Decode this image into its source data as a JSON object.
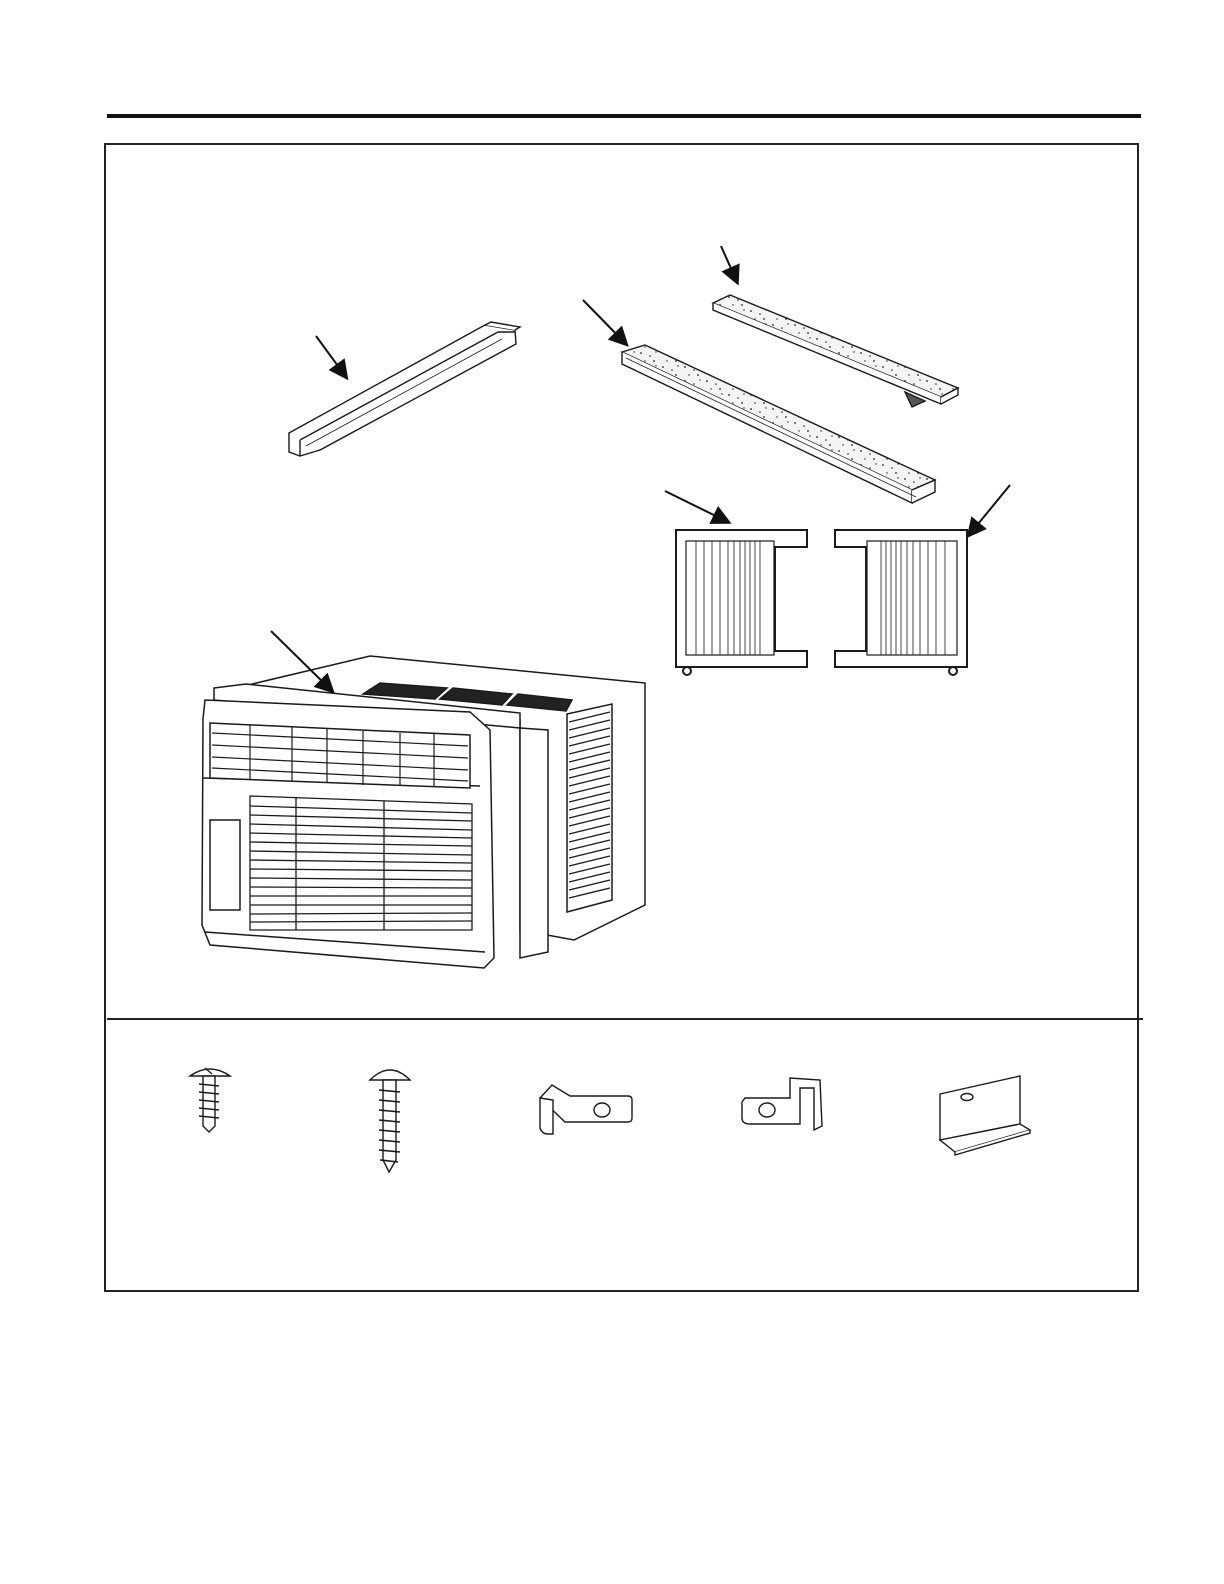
{
  "document": {
    "page": "installation-parts-illustration"
  },
  "illustrations": {
    "main_parts": [
      {
        "name": "top-rail",
        "icon": "top-rail-icon"
      },
      {
        "name": "foam-seal-long",
        "icon": "foam-strip-icon"
      },
      {
        "name": "foam-seal-short",
        "icon": "foam-strip-icon"
      },
      {
        "name": "left-curtain",
        "icon": "accordion-curtain-icon"
      },
      {
        "name": "right-curtain",
        "icon": "accordion-curtain-icon"
      },
      {
        "name": "air-conditioner-unit",
        "icon": "window-ac-icon"
      }
    ],
    "hardware": [
      {
        "name": "short-screw",
        "icon": "screw-icon"
      },
      {
        "name": "long-screw",
        "icon": "screw-icon"
      },
      {
        "name": "sash-lock-left",
        "icon": "bracket-icon"
      },
      {
        "name": "sash-lock-right",
        "icon": "bracket-icon"
      },
      {
        "name": "l-bracket",
        "icon": "angle-bracket-icon"
      }
    ]
  },
  "colors": {
    "line": "#1a1a1a",
    "foam_fill": "#f4f4f4"
  }
}
